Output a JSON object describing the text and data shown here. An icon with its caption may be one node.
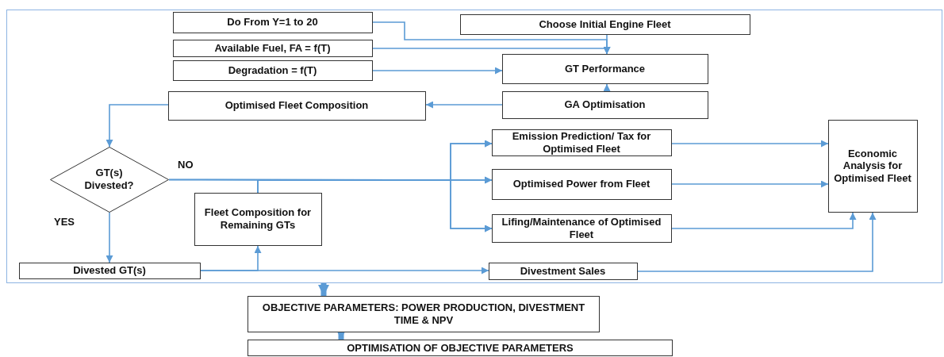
{
  "diagram": {
    "nodes": [
      {
        "text": [],
        "shape": "box"
      },
      {
        "text": [
          "Do From Y=1 to 20"
        ],
        "in": 0
      },
      {
        "text": [
          "Choose Initial Engine Fleet"
        ],
        "in": 0
      },
      {
        "text": [
          "Available Fuel, FA = f(T)"
        ],
        "in": 0
      },
      {
        "text": [
          "Degradation = f(T)"
        ],
        "in": 0
      },
      {
        "text": [
          "GT Performance"
        ],
        "in": 0
      },
      {
        "text": [
          "Optimised Fleet Composition"
        ],
        "in": 0
      },
      {
        "text": [
          "GA Optimisation"
        ],
        "in": 0
      },
      {
        "text": [
          "GT(s) Divested?"
        ],
        "in": 0
      },
      {
        "text": [
          "Fleet Composition for Remaining GTs"
        ],
        "in": 0
      },
      {
        "text": [
          "Emission Prediction/ Tax for Optimised Fleet"
        ],
        "in": 0
      },
      {
        "text": [
          "Optimised Power from Fleet"
        ],
        "in": 0
      },
      {
        "text": [
          "Lifing/Maintenance of Optimised Fleet"
        ],
        "in": 0
      },
      {
        "text": [
          "Economic Analysis for Optimised Fleet"
        ],
        "in": 0
      },
      {
        "text": [
          "Divested GT(s)"
        ],
        "in": 0
      },
      {
        "text": [
          "Divestment Sales"
        ],
        "in": 0
      },
      {
        "text": [
          "OBJECTIVE PARAMETERS: POWER PRODUCTION, DIVESTMENT TIME & NPV"
        ]
      },
      {
        "text": [
          "OPTIMISATION OF OBJECTIVE PARAMETERS"
        ]
      }
    ],
    "edges": [
      {
        "from": 1,
        "to": 5,
        "arrow": "to"
      },
      {
        "from": 2,
        "to": 5,
        "arrow": "to"
      },
      {
        "from": 3,
        "to": 5,
        "arrow": "to"
      },
      {
        "from": 4,
        "to": 5,
        "arrow": "to"
      },
      {
        "from": 7,
        "to": 5,
        "arrow": "to"
      },
      {
        "from": 7,
        "to": 6,
        "arrow": "to"
      },
      {
        "from": 6,
        "to": 8,
        "arrow": "to"
      },
      {
        "from": 8,
        "to": 10,
        "arrow": "to"
      },
      {
        "from": 8,
        "to": 11,
        "arrow": "to",
        "label": "NO"
      },
      {
        "from": 8,
        "to": 12,
        "arrow": "to"
      },
      {
        "from": 8,
        "to": 14,
        "arrow": "to",
        "label": "YES"
      },
      {
        "from": 14,
        "to": 9,
        "arrow": "to"
      },
      {
        "from": 9,
        "to": 10,
        "arrow": "to"
      },
      {
        "from": 9,
        "to": 11,
        "arrow": "to"
      },
      {
        "from": 9,
        "to": 12,
        "arrow": "to"
      },
      {
        "from": 14,
        "to": 15,
        "arrow": "to"
      },
      {
        "from": 10,
        "to": 13,
        "arrow": "to"
      },
      {
        "from": 11,
        "to": 13,
        "arrow": "to"
      },
      {
        "from": 12,
        "to": 13,
        "arrow": "to"
      },
      {
        "from": 15,
        "to": 13,
        "arrow": "to"
      },
      {
        "from": 0,
        "to": 16,
        "arrow": "to",
        "style": "thick"
      },
      {
        "from": 16,
        "to": 17,
        "arrow": "to",
        "style": "thick"
      }
    ]
  }
}
